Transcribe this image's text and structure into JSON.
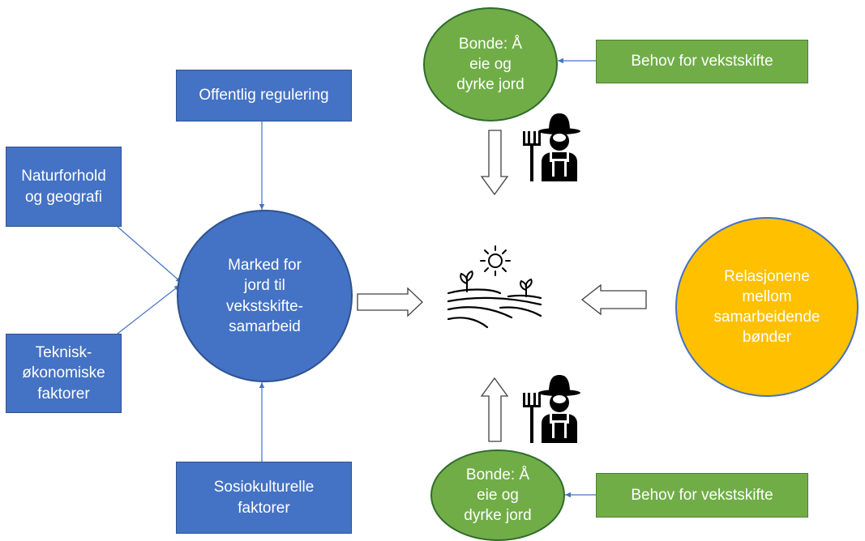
{
  "diagram": {
    "factors": {
      "offentlig": "Offentlig regulering",
      "naturforhold": "Naturforhold\nog geografi",
      "teknisk": "Teknisk-\nøkonomiske\nfaktorer",
      "sosiokulturelle": "Sosiokulturelle\nfaktorer"
    },
    "market": "Marked for\njord til\nvekstskifte-\nsamarbeid",
    "farmer_top": "Bonde: Å\neie og\ndyrke jord",
    "farmer_bottom": "Bonde: Å\neie og\ndyrke jord",
    "need_top": "Behov for vekstskifte",
    "need_bottom": "Behov for vekstskifte",
    "relations": "Relasjonene\nmellom\nsamarbeidende\nbønder"
  },
  "colors": {
    "blue": "#4472c4",
    "green": "#70ad47",
    "orange": "#ffc000",
    "connector": "#4472c4"
  },
  "icons": [
    "farmer-icon",
    "farmer-icon",
    "farmland-icon",
    "sun-icon"
  ]
}
